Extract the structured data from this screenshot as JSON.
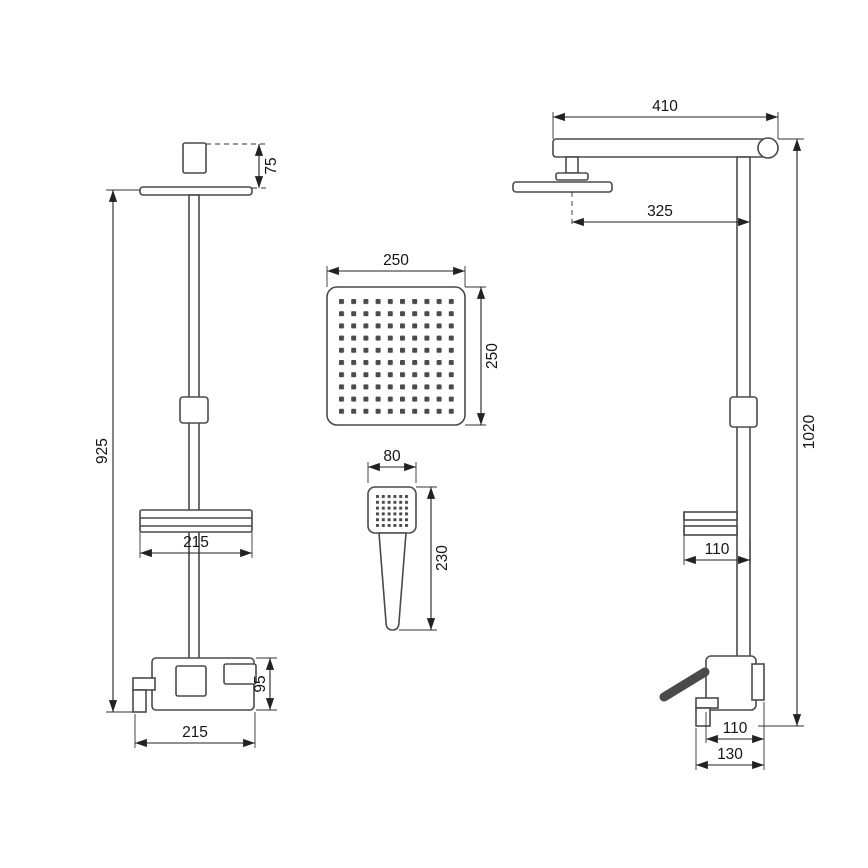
{
  "drawing_type": "shower-set-technical-dimensions",
  "colors": {
    "background": "#ffffff",
    "hardware_line": "#4a4a4a",
    "dimension_line": "#222222",
    "text": "#151515"
  },
  "front_view": {
    "head_offset": "75",
    "column_height": "925",
    "shelf_width": "215",
    "mixer_height": "95",
    "mixer_width": "215"
  },
  "head_detail": {
    "width": "250",
    "height": "250"
  },
  "hand_shower": {
    "width": "80",
    "length": "230"
  },
  "side_view": {
    "arm_length": "410",
    "head_reach": "325",
    "total_height": "1020",
    "shelf_depth": "110",
    "mixer_depth": "110",
    "spout_depth": "130"
  }
}
